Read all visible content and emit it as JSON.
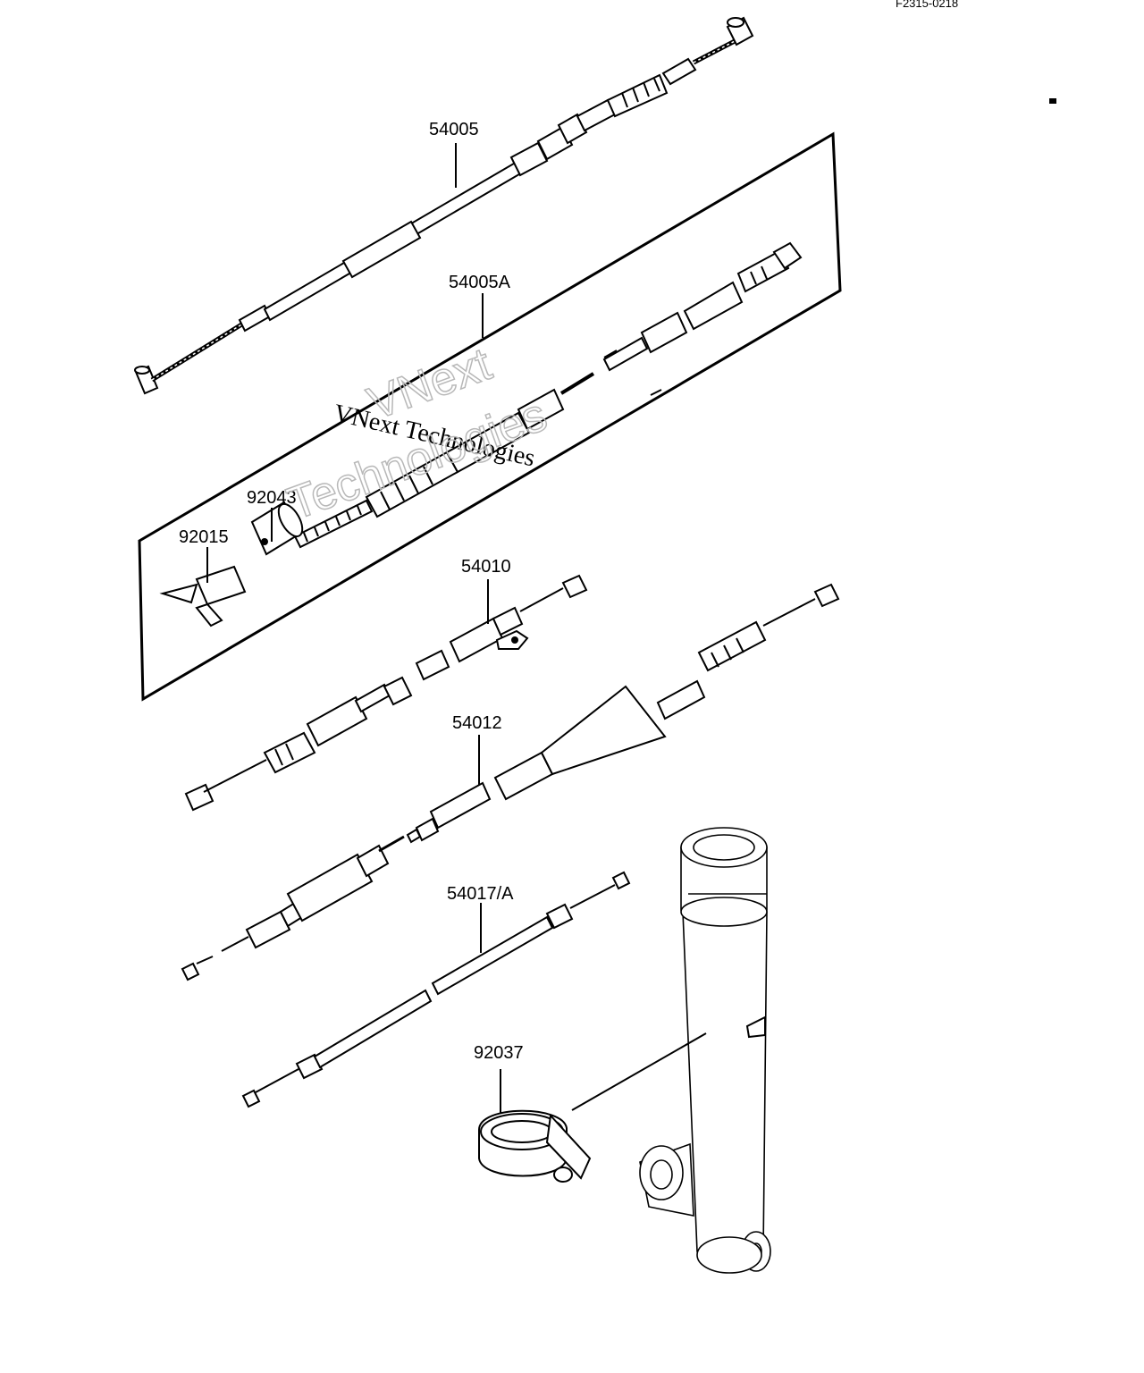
{
  "reference_code": "F2315-0218",
  "watermark": {
    "line1": "VNext Technologies",
    "line2_a": "VNext",
    "line2_b": "Technologies"
  },
  "parts": [
    {
      "id": "p54005",
      "number": "54005"
    },
    {
      "id": "p54005A",
      "number": "54005A"
    },
    {
      "id": "p92043",
      "number": "92043"
    },
    {
      "id": "p92015",
      "number": "92015"
    },
    {
      "id": "p54010",
      "number": "54010"
    },
    {
      "id": "p54012",
      "number": "54012"
    },
    {
      "id": "p54017A",
      "number": "54017/A"
    },
    {
      "id": "p92037",
      "number": "92037"
    }
  ]
}
